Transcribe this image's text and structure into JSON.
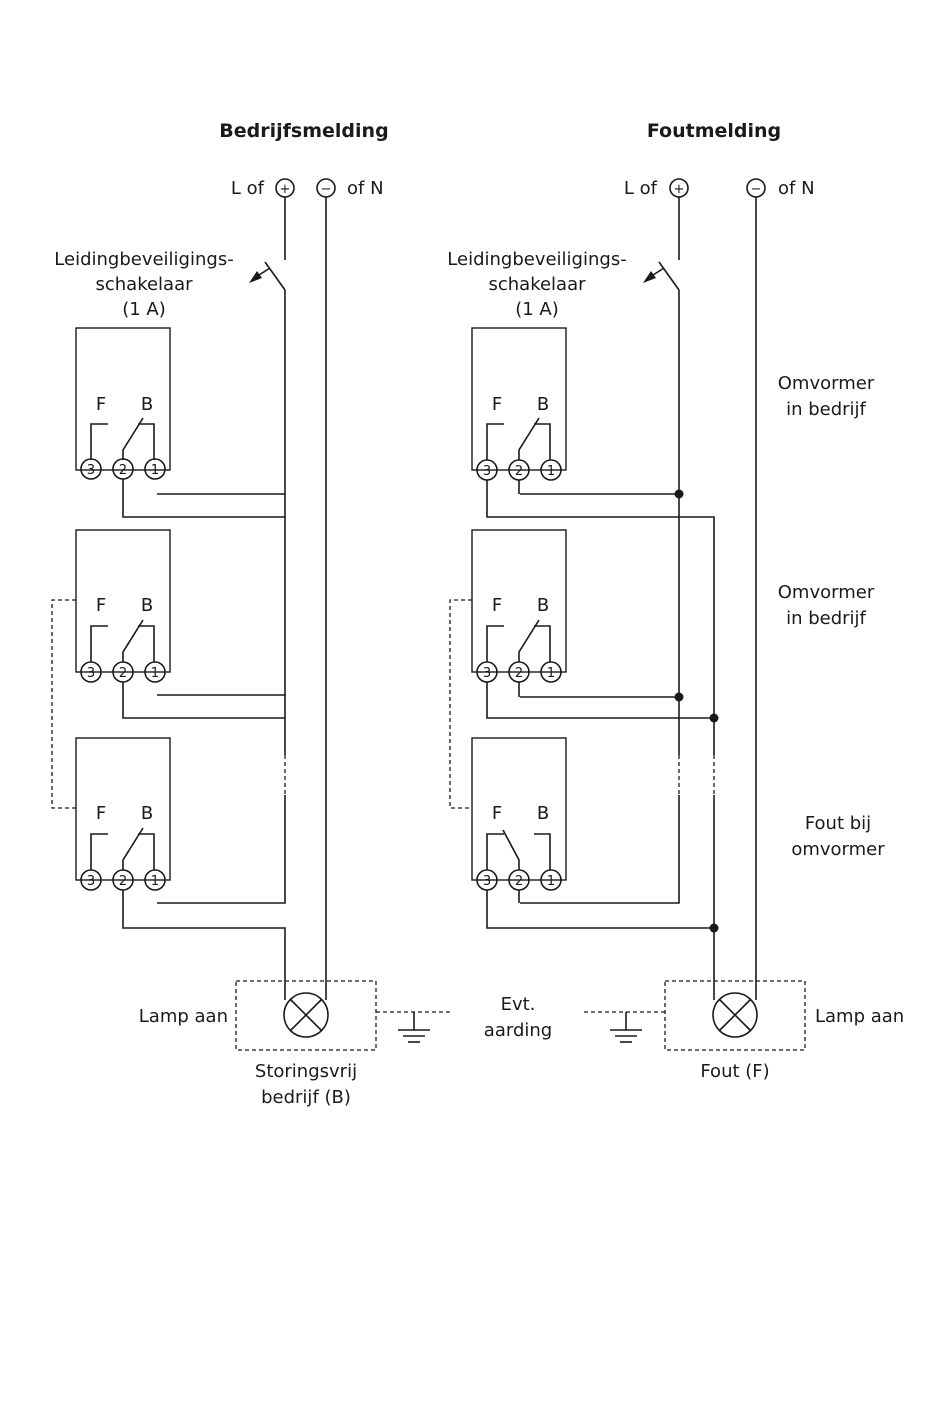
{
  "left": {
    "title": "Bedrijfsmelding",
    "supply_l": "L of",
    "supply_n": "of N",
    "breaker": [
      "Leidingbeveiligings-",
      "schakelaar",
      "(1 A)"
    ],
    "lamp_state": "Lamp aan",
    "lamp_caption": [
      "Storingsvrij",
      "bedrijf (B)"
    ]
  },
  "right": {
    "title": "Foutmelding",
    "supply_l": "L of",
    "supply_n": "of N",
    "breaker": [
      "Leidingbeveiligings-",
      "schakelaar",
      "(1 A)"
    ],
    "lamp_state": "Lamp aan",
    "lamp_caption": [
      "Fout (F)"
    ]
  },
  "earth_label": [
    "Evt.",
    "aarding"
  ],
  "relay": {
    "contact_f": "F",
    "contact_b": "B",
    "terminals": [
      "3",
      "2",
      "1"
    ]
  },
  "inverter_states": [
    [
      "Omvormer",
      "in bedrijf"
    ],
    [
      "Omvormer",
      "in bedrijf"
    ],
    [
      "Fout bij",
      "omvormer"
    ]
  ],
  "symbols": {
    "plus": "+",
    "minus": "−"
  }
}
